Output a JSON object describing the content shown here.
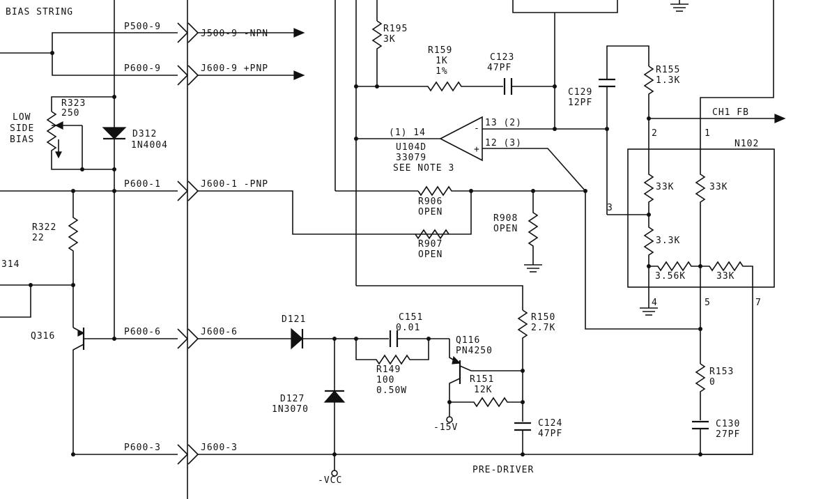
{
  "title": "BIAS STRING",
  "connectors": {
    "p500_9": "P500-9",
    "j500_9": "J500-9 -NPN",
    "p600_9": "P600-9",
    "j600_9": "J600-9 +PNP",
    "p600_1": "P600-1",
    "j600_1": "J600-1 -PNP",
    "p600_6": "P600-6",
    "j600_6": "J600-6",
    "p600_3": "P600-3",
    "j600_3": "J600-3"
  },
  "labels": {
    "low": "LOW",
    "side": "SIDE",
    "bias": "BIAS",
    "ch1_fb": "CH1 FB",
    "pre_driver": "PRE-DRIVER",
    "neg_vcc": "-VCC",
    "neg_15v": "-15V",
    "net_314": "314",
    "n102": "N102"
  },
  "opamp": {
    "pin_in": "(1) 14",
    "pin_out_neg": "13 (2)",
    "pin_out_pos": "12 (3)",
    "ref": "U104D",
    "part": "33079",
    "note": "SEE NOTE 3",
    "minus": "-",
    "plus": "+"
  },
  "components": {
    "r323": [
      "R323",
      "250"
    ],
    "d312": [
      "D312",
      "1N4004"
    ],
    "r322": [
      "R322",
      "22"
    ],
    "q316": [
      "Q316"
    ],
    "r195": [
      "R195",
      "3K"
    ],
    "r159": [
      "R159",
      "1K",
      "1%"
    ],
    "c123": [
      "C123",
      "47PF"
    ],
    "c129": [
      "C129",
      "12PF"
    ],
    "r155": [
      "R155",
      "1.3K"
    ],
    "r906": [
      "R906",
      "OPEN"
    ],
    "r907": [
      "R907",
      "OPEN"
    ],
    "r908": [
      "R908",
      "OPEN"
    ],
    "d121": [
      "D121"
    ],
    "c151": [
      "C151",
      "0.01"
    ],
    "r149": [
      "R149",
      "100",
      "0.50W"
    ],
    "d127": [
      "D127",
      "1N3070"
    ],
    "q116": [
      "Q116",
      "PN4250"
    ],
    "r151": [
      "R151",
      "12K"
    ],
    "r150": [
      "R150",
      "2.7K"
    ],
    "c124": [
      "C124",
      "47PF"
    ],
    "r153": [
      "R153",
      "0"
    ],
    "c130": [
      "C130",
      "27PF"
    ]
  },
  "network": {
    "ra": "33K",
    "rb": "33K",
    "rc": "3.3K",
    "rd": "3.56K",
    "re": "33K",
    "pins": [
      "1",
      "2",
      "3",
      "4",
      "5",
      "7"
    ]
  }
}
